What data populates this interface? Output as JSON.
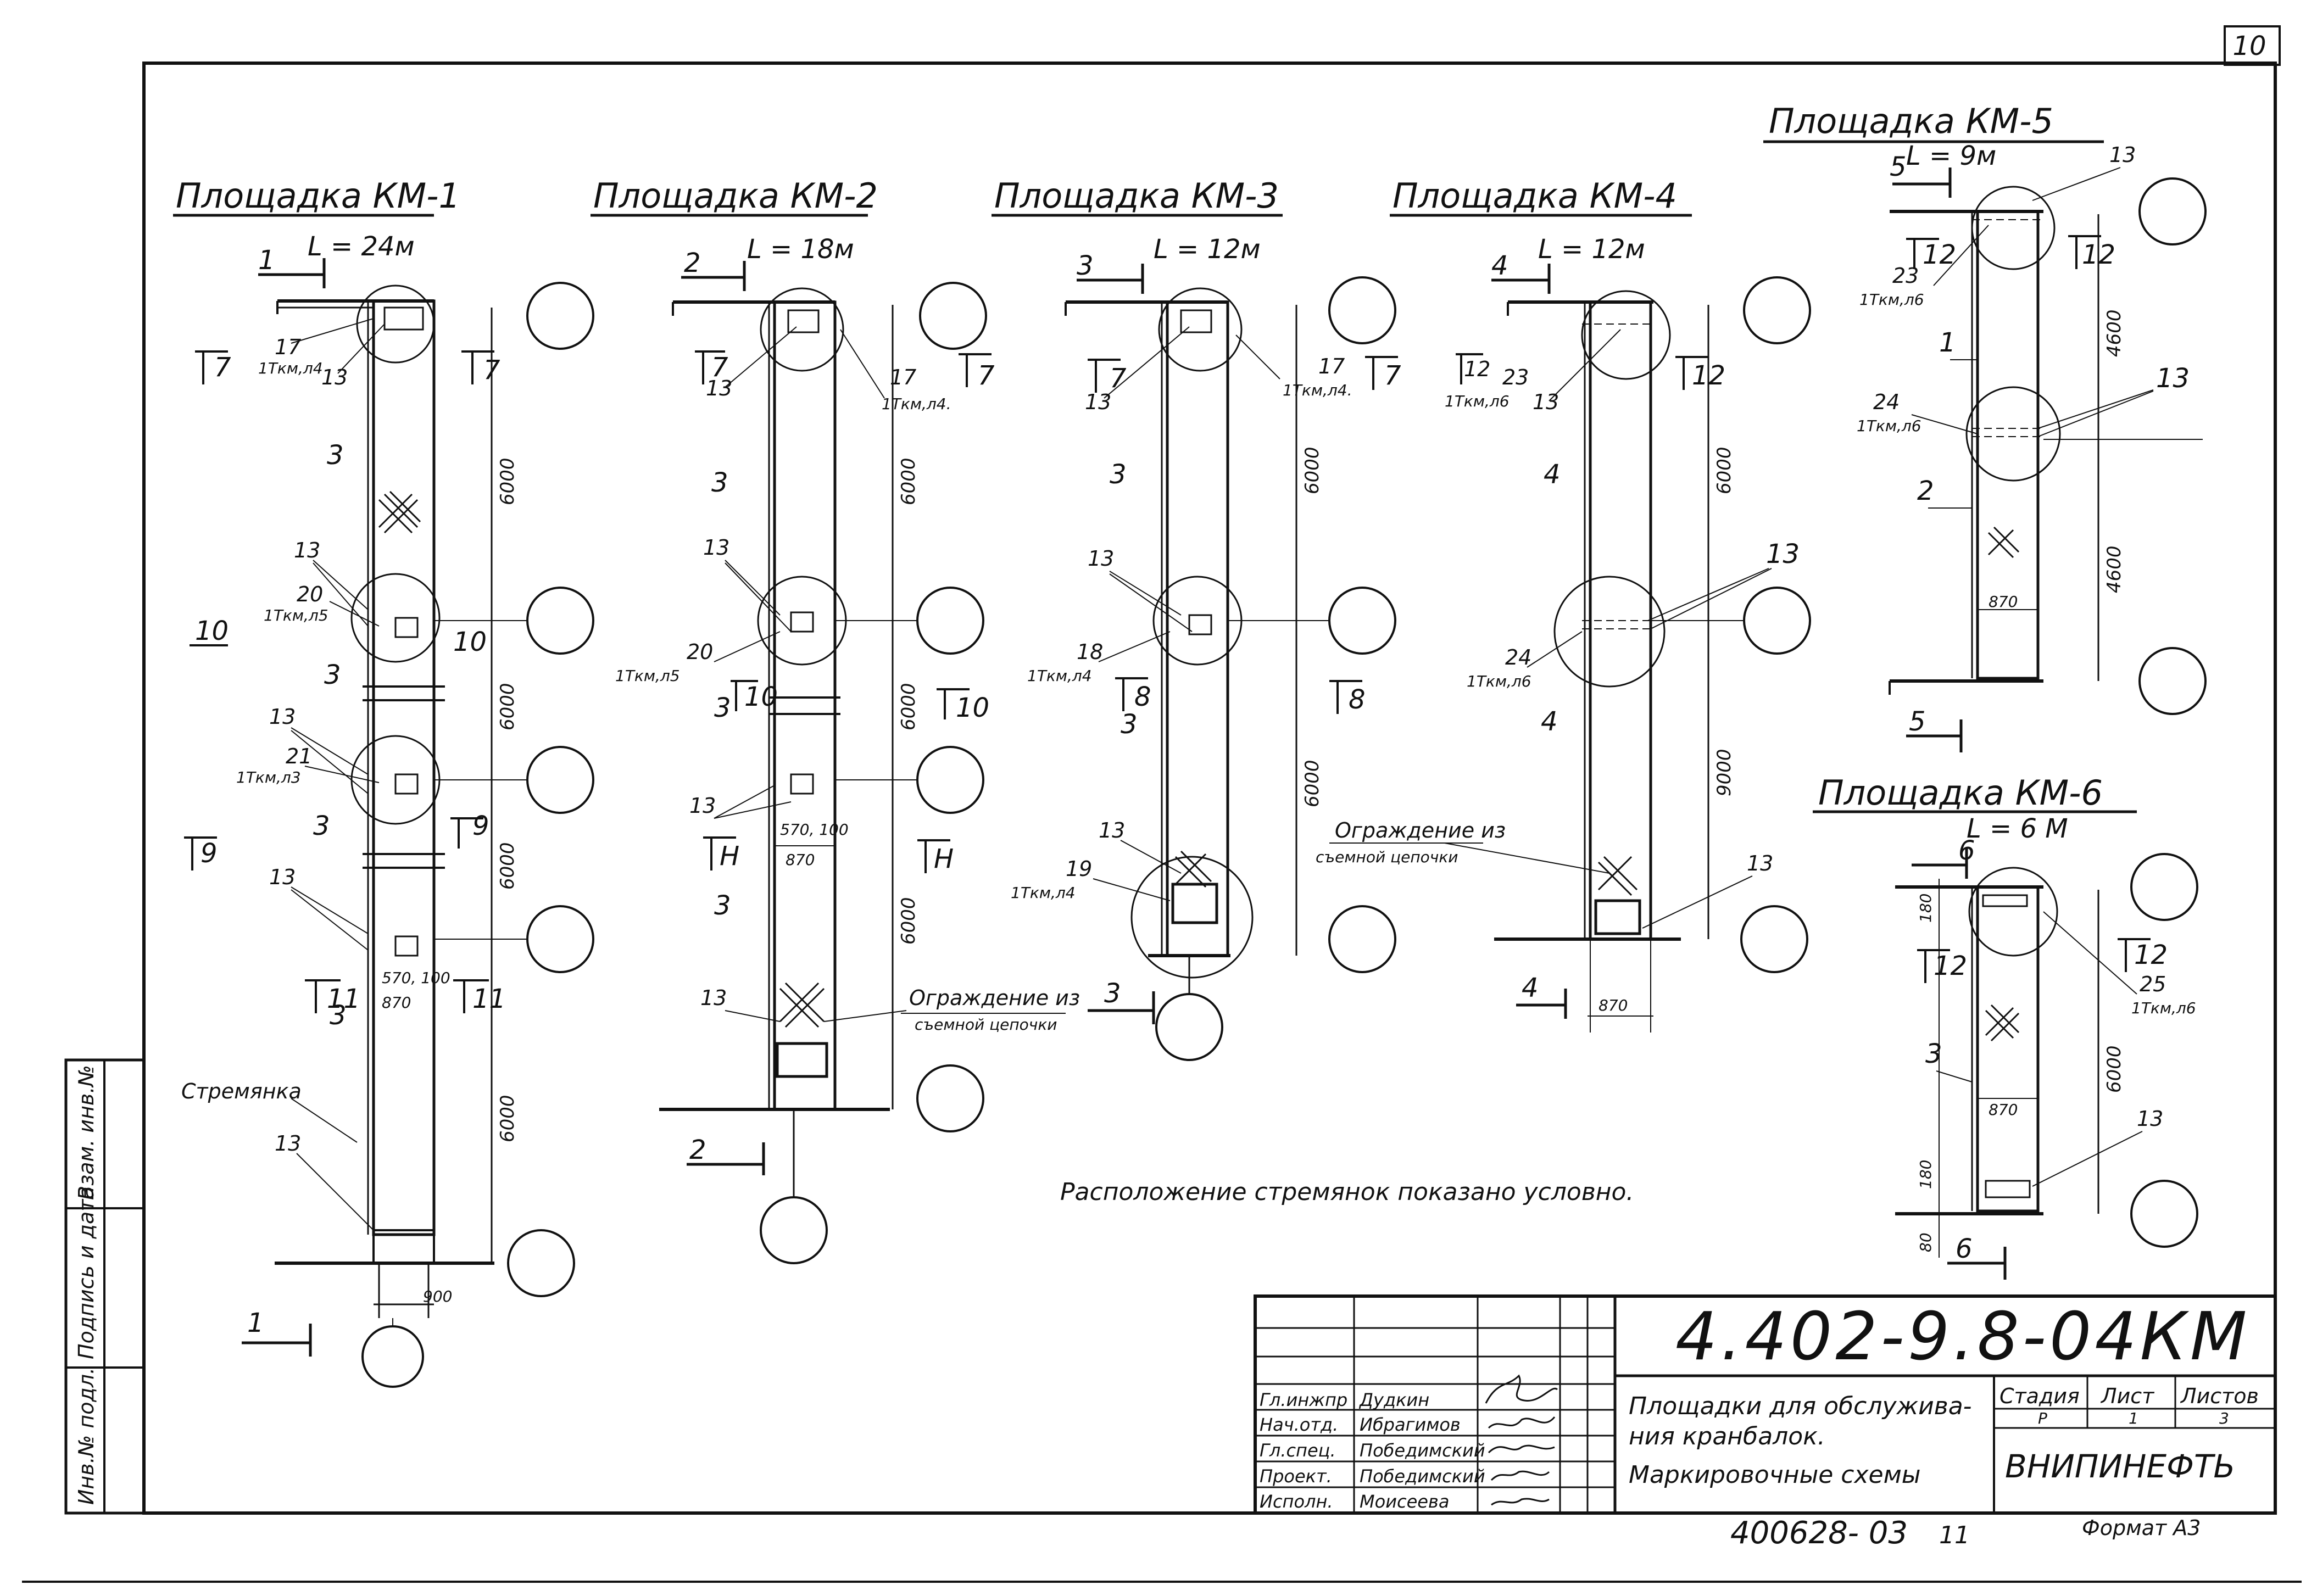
{
  "sheet": {
    "page_number": "10"
  },
  "platforms": [
    {
      "title": "Площадка КМ-1",
      "length": "L = 24м",
      "section_marks": [
        "1",
        "1"
      ],
      "dims": [
        "6000",
        "6000",
        "6000",
        "6000",
        "870",
        "900",
        "570, 100"
      ],
      "labels": {
        "n17": "17",
        "n17_sub": "1Ткм,л4",
        "n13a": "13",
        "n3a": "3",
        "n13b": "13",
        "n20": "20",
        "n20_sub": "1Ткм,л5",
        "n3b": "3",
        "n13c": "13",
        "n21": "21",
        "n21_sub": "1Ткм,л3",
        "n3c": "3",
        "n13d": "13",
        "n3d": "3",
        "n13e": "13",
        "stair": "Стремянка",
        "mark7l": "7",
        "mark7r": "7",
        "mark10l": "10",
        "mark10r": "10",
        "mark9l": "9",
        "mark9r": "9",
        "mark11l": "11",
        "mark11r": "11"
      }
    },
    {
      "title": "Площадка КМ-2",
      "length": "L = 18м",
      "section_marks": [
        "2",
        "2"
      ],
      "dims": [
        "6000",
        "6000",
        "6000",
        "870",
        "570, 100"
      ],
      "labels": {
        "n13a": "13",
        "n17": "17",
        "n17_sub": "1Ткм,л4.",
        "n3a": "3",
        "n13b": "13",
        "n20": "20",
        "n20_sub": "1Ткм,л5",
        "n3b": "3",
        "n13c": "13",
        "n3c": "3",
        "n13d": "13",
        "fence": "Ограждение из",
        "fence2": "съемной цепочки",
        "mark7l": "7",
        "mark7r": "7",
        "mark10": "10",
        "mark10b": "10",
        "markHl": "Н",
        "markHr": "Н"
      }
    },
    {
      "title": "Площадка КМ-3",
      "length": "L = 12м",
      "section_marks": [
        "3",
        "3"
      ],
      "dims": [
        "6000",
        "6000"
      ],
      "labels": {
        "n13a": "13",
        "n17": "17",
        "n17_sub": "1Ткм,л4.",
        "n3a": "3",
        "n13b": "13",
        "n18": "18",
        "n18_sub": "1Ткм,л4",
        "n3b": "3",
        "n13c": "13",
        "n19": "19",
        "n19_sub": "1Ткм,л4",
        "mark7l": "7",
        "mark7r": "7",
        "mark8l": "8",
        "mark8r": "8"
      }
    },
    {
      "title": "Площадка КМ-4",
      "length": "L = 12м",
      "section_marks": [
        "4",
        "4"
      ],
      "dims": [
        "6000",
        "9000",
        "870"
      ],
      "labels": {
        "n12": "12",
        "n23": "23",
        "n23_sub": "1Ткм,л6",
        "n13a": "13",
        "n4a": "4",
        "n13b": "13",
        "n24": "24",
        "n24_sub": "1Ткм,л6",
        "n4b": "4",
        "n13c": "13",
        "fence": "Ограждение из",
        "fence2": "съемной цепочки",
        "mark12r": "12"
      }
    },
    {
      "title": "Площадка КМ-5",
      "length": "L = 9м",
      "section_marks": [
        "5",
        "5"
      ],
      "dims": [
        "4600",
        "4600",
        "870"
      ],
      "labels": {
        "n13a": "13",
        "n12l": "12",
        "n12r": "12",
        "n23": "23",
        "n23_sub": "1Ткм,л6",
        "n1": "1",
        "n24": "24",
        "n24_sub": "1Ткм,л6",
        "n13b": "13",
        "n2": "2"
      }
    },
    {
      "title": "Площадка КМ-6",
      "length": "L = 6 М",
      "section_marks": [
        "6",
        "6"
      ],
      "dims": [
        "6000",
        "870",
        "180",
        "180",
        "80"
      ],
      "labels": {
        "n12l": "12",
        "n12r": "12",
        "n25": "25",
        "n25_sub": "1Ткм,л6",
        "n3": "3",
        "n13": "13"
      }
    }
  ],
  "note": "Расположение стремянок показано условно.",
  "stamp_side": {
    "col1": "Инв.№ подл.",
    "col2": "Подпись и дата",
    "col3": "Взам. инв.№"
  },
  "title_block": {
    "code": "4.402-9.8-04КМ",
    "name_lines": [
      "Площадки для обслужива-",
      "ния кранбалок.",
      "Маркировочные схемы"
    ],
    "rows": [
      {
        "role": "Гл.инжпр",
        "name": "Дудкин"
      },
      {
        "role": "Нач.отд.",
        "name": "Ибрагимов"
      },
      {
        "role": "Гл.спец.",
        "name": "Победимский"
      },
      {
        "role": "Проект.",
        "name": "Победимский"
      },
      {
        "role": "Исполн.",
        "name": "Моисеева"
      }
    ],
    "stage_header": "Стадия",
    "sheet_header": "Лист",
    "sheets_header": "Листов",
    "stage": "Р",
    "sheet": "1",
    "sheets": "3",
    "org": "ВНИПИНЕФТЬ"
  },
  "footer": {
    "archive": "400628- 03",
    "archive_no": "11",
    "format": "Формат А3"
  }
}
